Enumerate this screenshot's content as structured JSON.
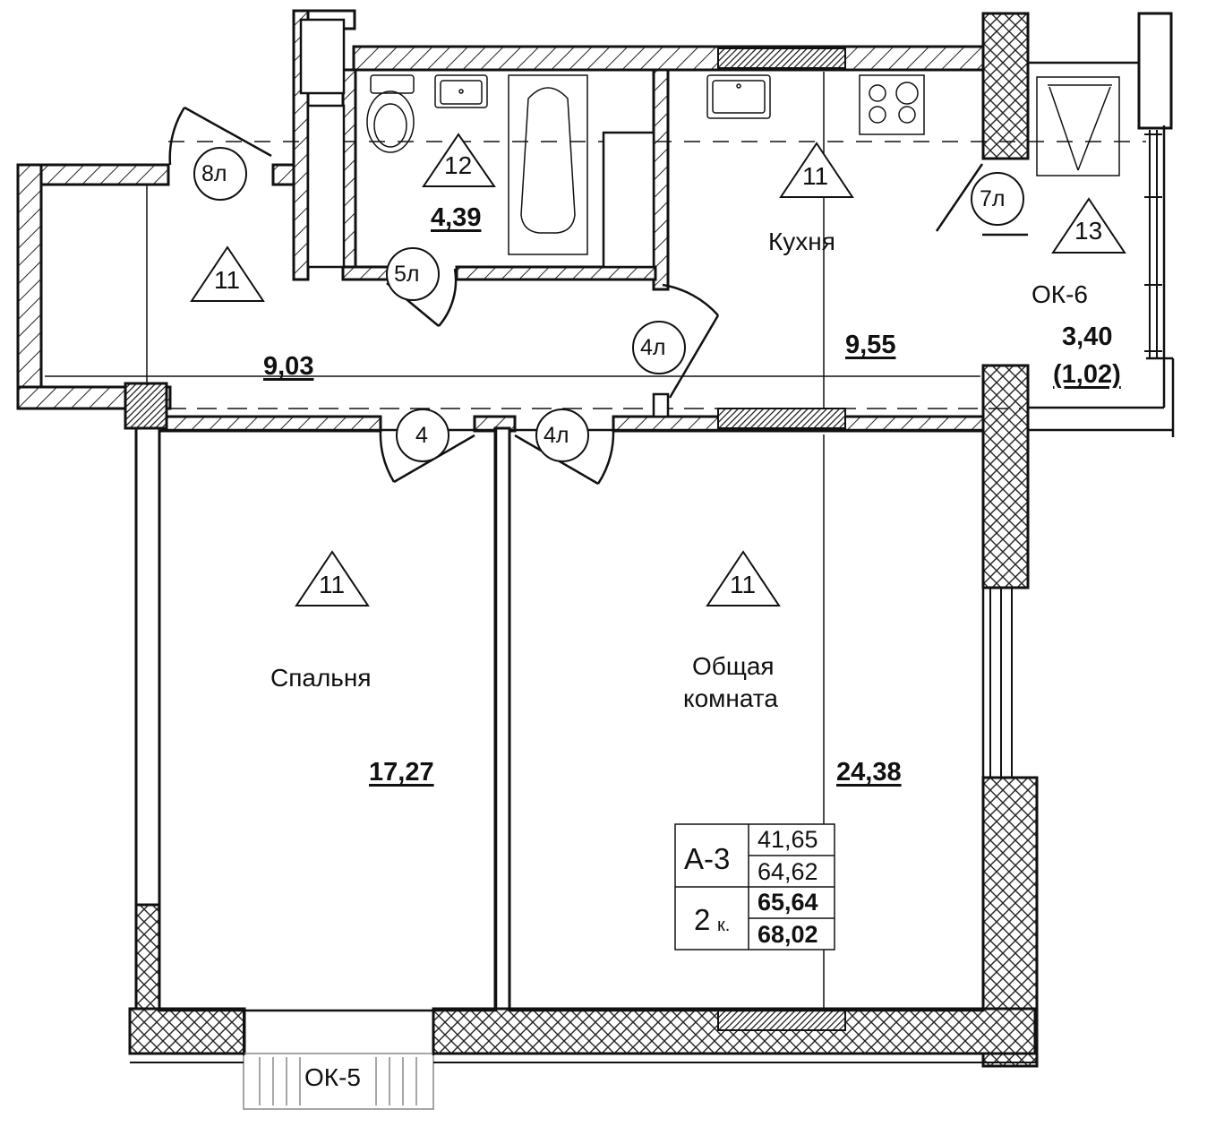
{
  "rooms": {
    "hall": {
      "area": "9,03",
      "type_mark": "11",
      "door_mark": "8л"
    },
    "bathroom": {
      "area": "4,39",
      "type_mark": "12",
      "door_mark": "5л"
    },
    "kitchen": {
      "name": "Кухня",
      "area": "9,55",
      "type_mark": "11",
      "door_mark": "4л"
    },
    "balcony": {
      "area": "3,40",
      "reduced_area": "(1,02)",
      "type_mark": "13",
      "window": "ОК-6",
      "door_mark": "7л"
    },
    "bedroom": {
      "name": "Спальня",
      "area": "17,27",
      "type_mark": "11",
      "door_mark": "4"
    },
    "living": {
      "name_line1": "Общая",
      "name_line2": "комната",
      "area": "24,38",
      "type_mark": "11",
      "door_mark": "4л"
    }
  },
  "window_bottom": "ОК-5",
  "summary": {
    "apt_code": "А-3",
    "rooms_count": "2",
    "rooms_unit": "к.",
    "living_area": "41,65",
    "total_area": "64,62",
    "total_area_with_loggia": "65,64",
    "total_area_full": "68,02"
  }
}
